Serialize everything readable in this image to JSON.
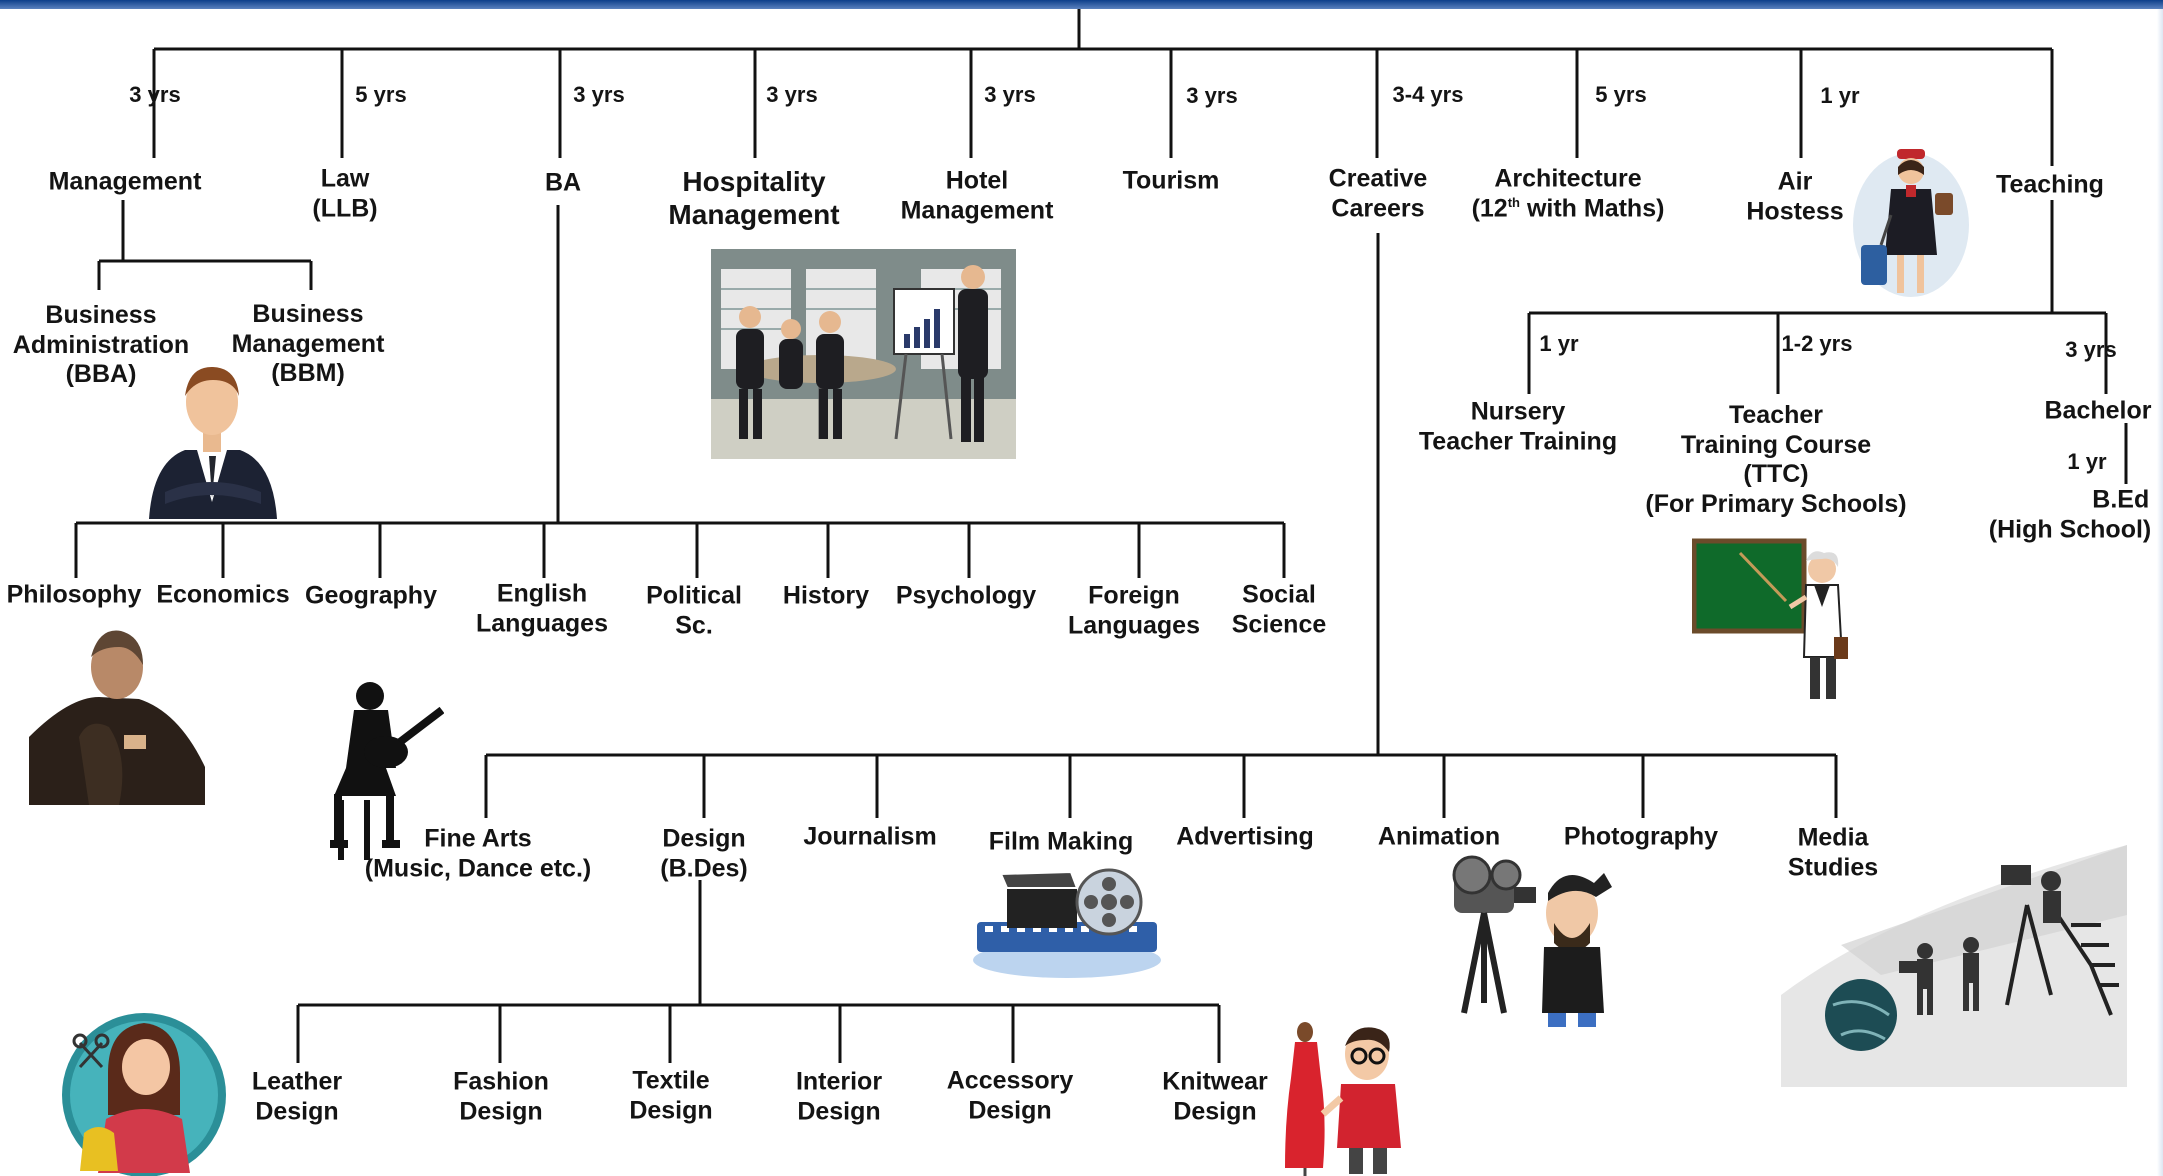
{
  "streams": {
    "management": {
      "duration": "3 yrs",
      "label": "Management"
    },
    "law": {
      "duration": "5 yrs",
      "line1": "Law",
      "line2": "(LLB)"
    },
    "ba": {
      "duration": "3 yrs",
      "label": "BA"
    },
    "hospitality": {
      "duration": "3 yrs",
      "line1": "Hospitality",
      "line2": "Management"
    },
    "hotel": {
      "duration": "3 yrs",
      "line1": "Hotel",
      "line2": "Management"
    },
    "tourism": {
      "duration": "3 yrs",
      "label": "Tourism"
    },
    "creative": {
      "duration": "3-4 yrs",
      "line1": "Creative",
      "line2": "Careers"
    },
    "architecture": {
      "duration": "5 yrs",
      "line1": "Architecture",
      "line2_prefix": "(12",
      "line2_sup": "th",
      "line2_suffix": " with Maths)"
    },
    "air_hostess": {
      "duration": "1 yr",
      "line1": "Air",
      "line2": "Hostess"
    },
    "teaching": {
      "label": "Teaching"
    }
  },
  "management_sub": {
    "bba": {
      "line1": "Business",
      "line2": "Administration",
      "line3": "(BBA)"
    },
    "bbm": {
      "line1": "Business",
      "line2": "Management",
      "line3": "(BBM)"
    }
  },
  "ba_sub": {
    "philosophy": "Philosophy",
    "economics": "Economics",
    "geography": "Geography",
    "english": {
      "line1": "English",
      "line2": "Languages"
    },
    "political": {
      "line1": "Political",
      "line2": "Sc."
    },
    "history": "History",
    "psychology": "Psychology",
    "foreign": {
      "line1": "Foreign",
      "line2": "Languages"
    },
    "social": {
      "line1": "Social",
      "line2": "Science"
    }
  },
  "teaching_sub": {
    "nursery": {
      "duration": "1 yr",
      "line1": "Nursery",
      "line2": "Teacher Training"
    },
    "ttc": {
      "duration": "1-2 yrs",
      "line1": "Teacher",
      "line2": "Training Course",
      "line3": "(TTC)",
      "line4": "(For Primary Schools)"
    },
    "bachelor": {
      "duration": "3 yrs",
      "label": "Bachelor"
    },
    "bed": {
      "duration": "1 yr",
      "line1": "B.Ed",
      "line2": "(High School)"
    }
  },
  "creative_sub": {
    "fine_arts": {
      "line1": "Fine Arts",
      "line2": "(Music, Dance etc.)"
    },
    "design": {
      "line1": "Design",
      "line2": "(B.Des)"
    },
    "journalism": "Journalism",
    "film_making": "Film Making",
    "advertising": "Advertising",
    "animation": "Animation",
    "photography": "Photography",
    "media": {
      "line1": "Media",
      "line2": "Studies"
    }
  },
  "design_sub": {
    "leather": {
      "line1": "Leather",
      "line2": "Design"
    },
    "fashion": {
      "line1": "Fashion",
      "line2": "Design"
    },
    "textile": {
      "line1": "Textile",
      "line2": "Design"
    },
    "interior": {
      "line1": "Interior",
      "line2": "Design"
    },
    "accessory": {
      "line1": "Accessory",
      "line2": "Design"
    },
    "knitwear": {
      "line1": "Knitwear",
      "line2": "Design"
    }
  },
  "colors": {
    "line": "#111111",
    "text": "#141414",
    "topbar": "#0d3f8a"
  }
}
